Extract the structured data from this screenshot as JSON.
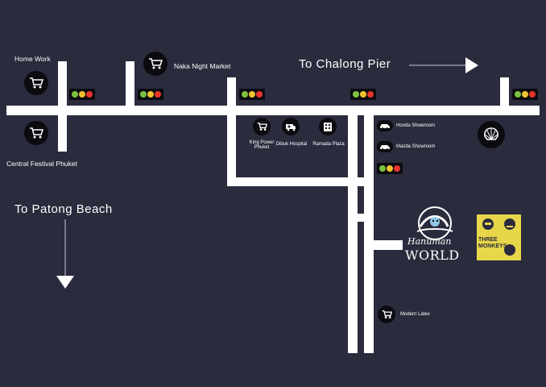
{
  "places": {
    "home_work": "Home Work",
    "naka_market": "Naka Night Market",
    "central_festival": "Central Festival Phuket",
    "king_power_line1": "King Power",
    "king_power_line2": "Phuket",
    "dibuk_hospital": "Dibuk Hospital",
    "ramada_plaza": "Ramada Plaza",
    "honda_showroom": "Honda Showroom",
    "mazda_showroom": "Mazda Showroom",
    "modern_latex": "Modern Latex"
  },
  "directions": {
    "chalong": "To Chalong Pier",
    "patong": "To Patong Beach"
  },
  "logos": {
    "hanuman_script": "Hanuman",
    "hanuman_world": "WORLD",
    "three_monkeys": "THREE MONKEYS"
  },
  "colors": {
    "background": "#2a2b3d",
    "road": "#ffffff",
    "pin": "#0b0b10",
    "light_green": "#7cc242",
    "light_yellow": "#f2c230",
    "light_red": "#e8352c",
    "three_monkeys_bg": "#e7d64a"
  },
  "icons": [
    "cart-icon",
    "ambulance-icon",
    "building-icon",
    "car-icon",
    "shell-icon",
    "traffic-light-icon",
    "arrow-right-icon",
    "arrow-down-icon"
  ]
}
